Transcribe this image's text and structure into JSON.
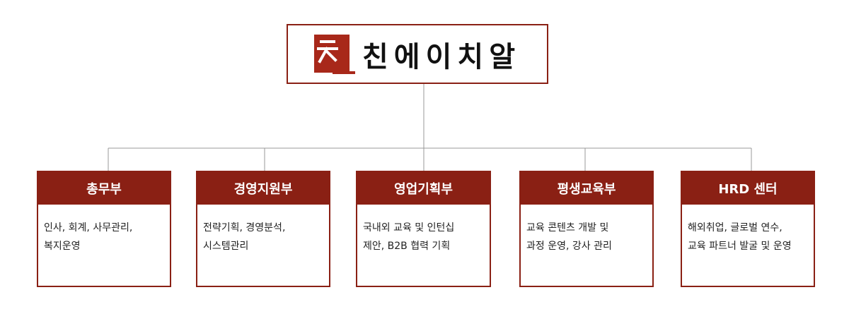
{
  "root": {
    "logo_mark": "친",
    "name": "친에이치알"
  },
  "colors": {
    "accent": "#8a2014",
    "line": "#999999",
    "text": "#222222"
  },
  "departments": [
    {
      "name": "총무부",
      "duties": [
        "인사, 회계, 사무관리,",
        "복지운영"
      ]
    },
    {
      "name": "경영지원부",
      "duties": [
        "전략기획, 경영분석,",
        "시스템관리"
      ]
    },
    {
      "name": "영업기획부",
      "duties": [
        "국내외 교육 및 인턴십",
        "제안, B2B 협력 기획"
      ]
    },
    {
      "name": "평생교육부",
      "duties": [
        "교육 콘텐츠 개발 및",
        "과정 운영, 강사 관리"
      ]
    },
    {
      "name": "HRD 센터",
      "duties": [
        "해외취업, 글로벌 연수,",
        "교육 파트너 발굴 및 운영"
      ]
    }
  ]
}
